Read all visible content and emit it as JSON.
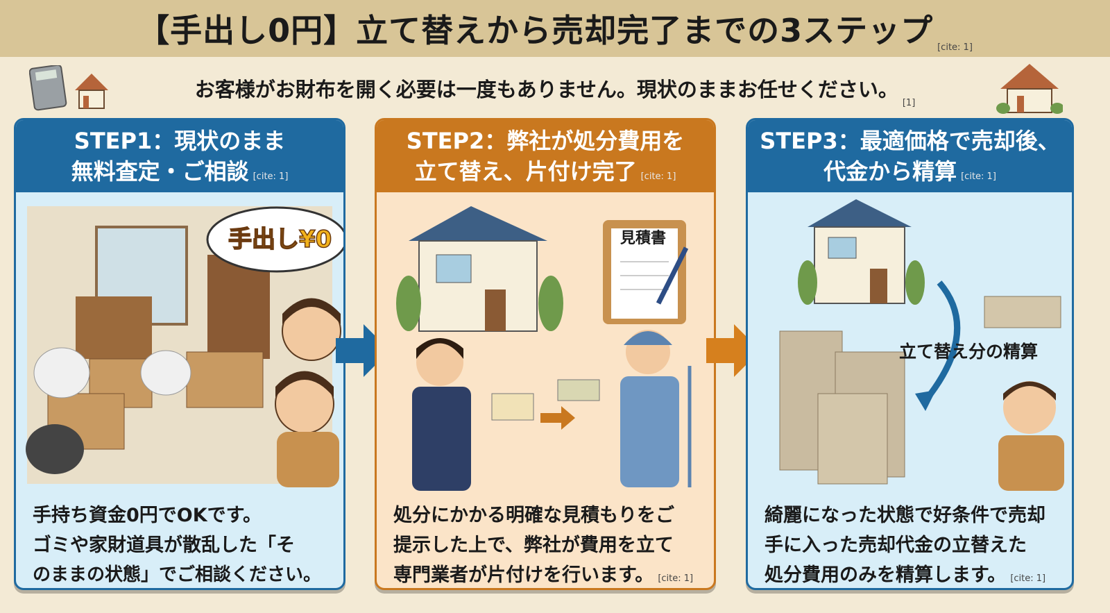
{
  "header": {
    "title": "【手出し0円】立て替えから売却完了までの3ステップ",
    "cite": "[cite: 1]"
  },
  "tagline": {
    "text": "お客様がお財布を開く必要は一度もありません。現状のままお任せください。",
    "cite": "[1]"
  },
  "steps": [
    {
      "title_line1": "STEP1：現状のまま",
      "title_line2": "無料査定・ご相談",
      "cite": "[cite: 1]",
      "bubble": "手出し¥0",
      "body": [
        "手持ち資金0円でOKです。",
        "ゴミや家財道具が散乱した「そ",
        "のままの状態」でご相談ください。"
      ]
    },
    {
      "title_line1": "STEP2：弊社が処分費用を",
      "title_line2": "立て替え、片付け完了",
      "cite": "[cite: 1]",
      "document_label": "見積書",
      "body": [
        "処分にかかる明確な見積もりをご",
        "提示した上で、弊社が費用を立て",
        "専門業者が片付けを行います。"
      ],
      "body_cite": "[cite: 1]"
    },
    {
      "title_line1": "STEP3：最適価格で売却後、",
      "title_line2": "代金から精算",
      "cite": "[cite: 1]",
      "arrow_label": "立て替え分の精算",
      "body": [
        "綺麗になった状態で好条件で売却",
        "手に入った売却代金の立替えた",
        "処分費用のみを精算します。"
      ],
      "body_cite": "[cite: 1]"
    }
  ],
  "colors": {
    "blue": "#1f6aa0",
    "orange": "#c9781f",
    "background": "#f3ead5"
  }
}
